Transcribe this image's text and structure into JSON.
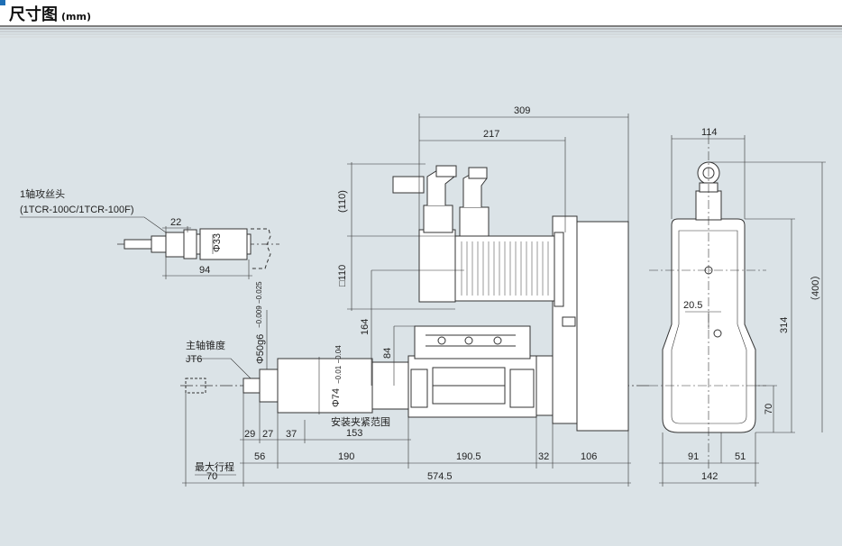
{
  "header": {
    "title": "尺寸图",
    "unit": "(mm)"
  },
  "tool_label": {
    "line1": "1轴攻丝头",
    "line2": "(1TCR-100C/1TCR-100F)"
  },
  "taper_label": {
    "line1": "主轴锥度",
    "line2": "JT6"
  },
  "clamp_label": "安装夹紧范围",
  "stroke_label": "最大行程",
  "dims": {
    "d309": "309",
    "d217": "217",
    "d110a": "(110)",
    "d110b": "□110",
    "d22": "22",
    "d33": "Φ33",
    "d94": "94",
    "d164": "164",
    "d84": "84",
    "d50": "Φ50g6",
    "d50tol": "−0.009 −0.025",
    "d74": "Φ74",
    "d74tol": "−0.01 −0.04",
    "d29": "29",
    "d27": "27",
    "d37": "37",
    "d153": "153",
    "d56": "56",
    "d190": "190",
    "d1905": "190.5",
    "d32": "32",
    "d106": "106",
    "d70b": "70",
    "d5745": "574.5",
    "d114": "114",
    "d205": "20.5",
    "d314": "314",
    "d400": "（400）",
    "d70r": "70",
    "d91": "91",
    "d51": "51",
    "d142": "142"
  },
  "colors": {
    "background": "#dbe3e7",
    "line": "#333333",
    "accent": "#1f6fb5"
  }
}
